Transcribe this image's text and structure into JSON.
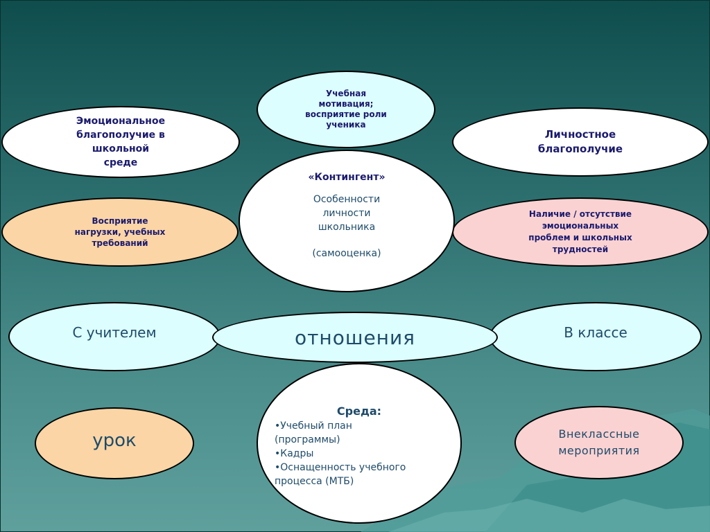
{
  "nodes": {
    "motivation": [
      "Учебная",
      "мотивация;",
      "восприятие роли",
      "ученика"
    ],
    "emotional": [
      "Эмоциональное",
      "благополучие в",
      "школьной",
      "среде"
    ],
    "personal": [
      "Личностное",
      "благополучие"
    ],
    "perception": [
      "Восприятие",
      "нагрузки, учебных",
      "требований"
    ],
    "problems": [
      "Наличие / отсутствие",
      "эмоциональных",
      "проблем и школьных",
      "трудностей"
    ],
    "contingent": {
      "title": "«Контингент»",
      "lines": [
        "Особенности",
        "личности",
        "школьника"
      ],
      "note": "(самооценка)"
    },
    "teacher": "С учителем",
    "relations": "отношения",
    "classroom": "В классе",
    "lesson": "урок",
    "environment": {
      "title": "Среда:",
      "items": [
        "•Учебный план",
        "(программы)",
        "•Кадры",
        "•Оснащенность учебного",
        "процесса (МТБ)"
      ]
    },
    "extracurricular": [
      "Внеклассные",
      "мероприятия"
    ]
  }
}
